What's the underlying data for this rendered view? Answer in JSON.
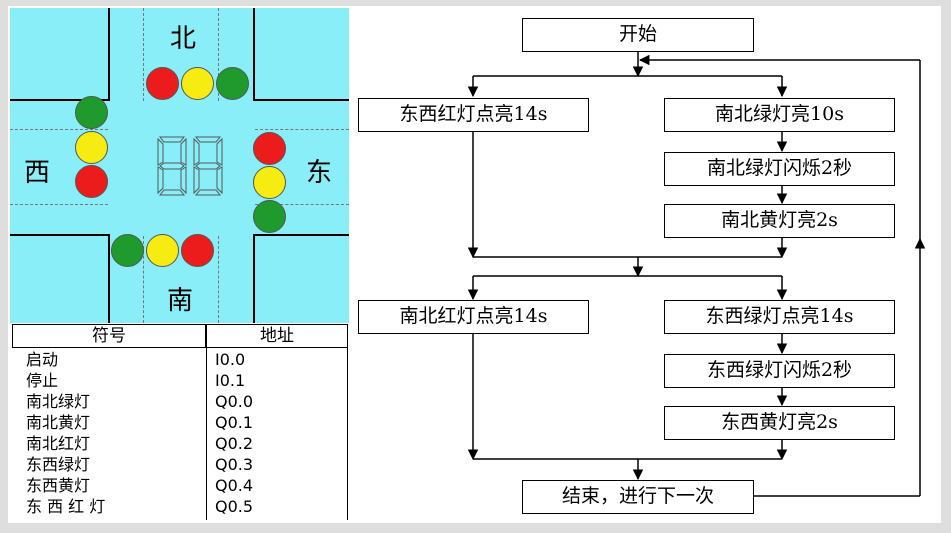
{
  "intersection": {
    "north_label": "北",
    "south_label": "南",
    "west_label": "西",
    "east_label": "东"
  },
  "address_table": {
    "headers": [
      "符号",
      "地址"
    ],
    "rows": [
      [
        "启动",
        "I0.0"
      ],
      [
        "停止",
        "I0.1"
      ],
      [
        "南北绿灯",
        "Q0.0"
      ],
      [
        "南北黄灯",
        "Q0.1"
      ],
      [
        "南北红灯",
        "Q0.2"
      ],
      [
        "东西绿灯",
        "Q0.3"
      ],
      [
        "东西黄灯",
        "Q0.4"
      ],
      [
        "东 西 红 灯",
        "Q0.5"
      ]
    ]
  },
  "flowchart": {
    "start": "开始",
    "left1": "东西红灯点亮14s",
    "right1a": "南北绿灯亮10s",
    "right1b": "南北绿灯闪烁2秒",
    "right1c": "南北黄灯亮2s",
    "left2": "南北红灯点亮14s",
    "right2a": "东西绿灯点亮14s",
    "right2b": "东西绿灯闪烁2秒",
    "right2c": "东西黄灯亮2s",
    "end": "结束，进行下一次"
  }
}
